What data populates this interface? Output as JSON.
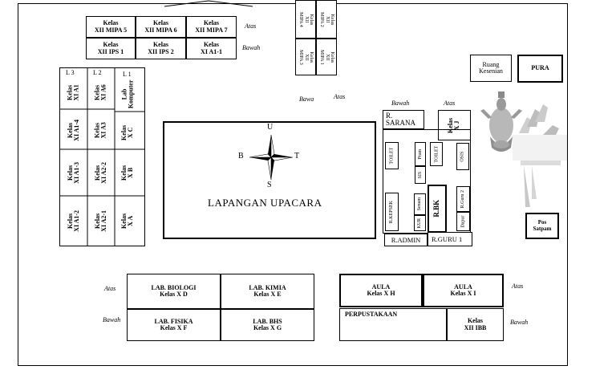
{
  "top_classes": {
    "row1": [
      "Kelas\nXII MIPA 5",
      "Kelas\nXII MIPA 6",
      "Kelas\nXII MIPA 7"
    ],
    "row2": [
      "Kelas\nXII IPS 1",
      "Kelas\nXII IPS 2",
      "Kelas\nXI A1-1"
    ],
    "atas": "Atas",
    "bawah": "Bawah"
  },
  "rotated_top": {
    "left_top": "Kelas\nXII\nMIPA 4",
    "right_top": "Kelas\nXII\nMIPA 2",
    "left_bottom": "Kelas\nXII\nMIPA 3",
    "right_bottom": "Kelas\nXII\nMIPA 1"
  },
  "left_block": {
    "col_labels": [
      "L 3",
      "L 2",
      "L 1"
    ],
    "col1": [
      "Kelas\nXI A1",
      "Kelas\nXI A1-4",
      "Kelas\nXI A1-3",
      "Kelas\nXI A1-2"
    ],
    "col2": [
      "Kelas\nXI A6",
      "Kelas\nXI A3",
      "Kelas\nXI A2-2",
      "Kelas\nXI A2-1"
    ],
    "col3": [
      "Lab\nKomputer",
      "Kelas\nX C",
      "Kelas\nX B",
      "Kelas\nX A"
    ]
  },
  "mid_labels": {
    "bawa": "Bawa",
    "atas": "Atas"
  },
  "field": {
    "label": "LAPANGAN UPACARA",
    "compass": {
      "n": "U",
      "s": "S",
      "w": "B",
      "e": "T"
    }
  },
  "right_block": {
    "bawah": "Bawah",
    "atas": "Atas",
    "r_sarana": "R.\nSARANA",
    "kelas_xj": "Kelas\nX J",
    "toilet1": "TOILET",
    "pramuka": "Pram",
    "sis": "SIS",
    "toilet2": "TOILET",
    "osis": "OSIS",
    "r_kepsek": "R.KEPSEK",
    "senam": "Senam",
    "kur": "KUR",
    "rbk": "R.BK",
    "r_guru2": "R.Guru 2",
    "dapur": "Dapur",
    "r_admin": "R.ADMIN",
    "r_guru1": "R.GURU 1",
    "ruang_kesenian": "Ruang\nKesenian",
    "pura": "PURA",
    "pos_satpam": "Pos\nSatpam"
  },
  "bottom_left": {
    "atas": "Atas",
    "bawah": "Bawah",
    "rooms": [
      "LAB. BIOLOGI\nKelas X D",
      "LAB. KIMIA\nKelas X E",
      "LAB. FISIKA\nKelas X F",
      "LAB. BHS\nKelas X G"
    ]
  },
  "bottom_right": {
    "aula_h": "AULA\nKelas X H",
    "aula_i": "AULA\nKelas X I",
    "perpustakaan": "PERPUSTAKAAN",
    "xii_ibb": "Kelas\nXII IBB",
    "atas": "Atas",
    "bawah": "Bawah"
  }
}
